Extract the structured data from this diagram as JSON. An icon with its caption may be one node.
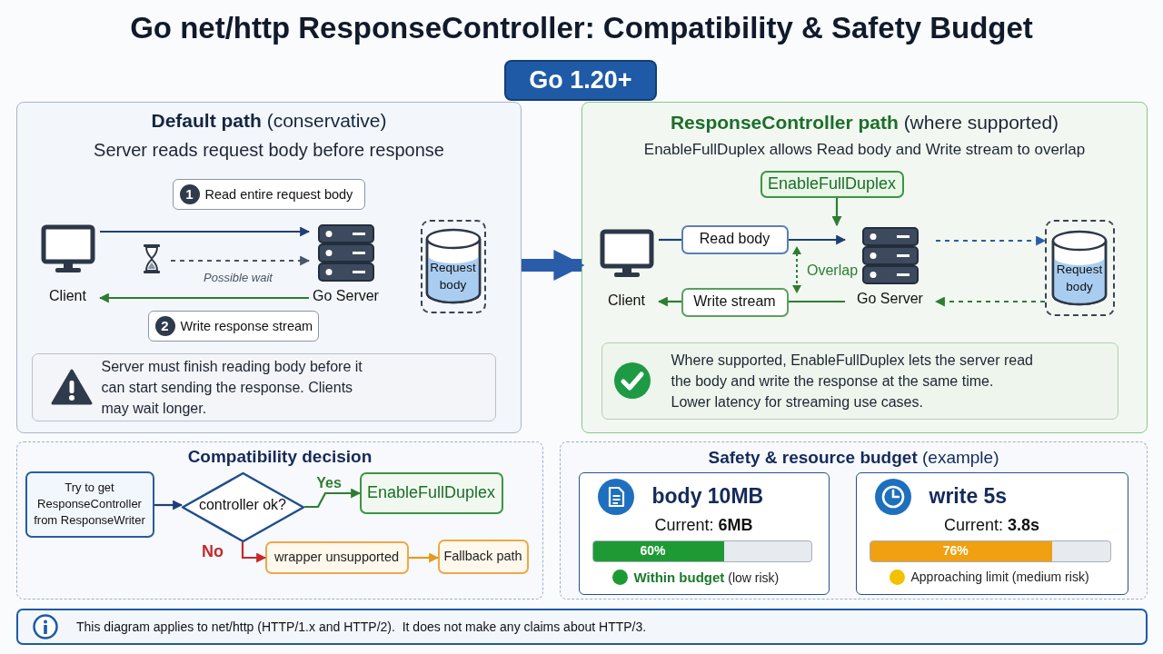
{
  "diagram": {
    "title": "Go net/http ResponseController: Compatibility & Safety Budget",
    "nodes": [
      {
        "text": [
          "Go 1.20+"
        ]
      },
      {
        "text": [
          "**Default path** (conservative)",
          "Server reads request body before response"
        ]
      },
      {
        "text": [
          "1",
          "Read entire request body"
        ],
        "in": 1
      },
      {
        "text": [
          "Client"
        ],
        "in": 1
      },
      {
        "text": [
          "Go Server"
        ],
        "in": 1
      },
      {
        "text": [
          "Request body"
        ],
        "in": 1
      },
      {
        "text": [
          "2",
          "Write response stream"
        ],
        "in": 1
      },
      {
        "text": [
          "Server must finish reading body before it can start sending the response. Clients may wait longer."
        ],
        "in": 1
      },
      {
        "text": [
          "**ResponseController path** (where supported)",
          "EnableFullDuplex allows Read body and Write stream to overlap"
        ]
      },
      {
        "text": [
          "EnableFullDuplex"
        ],
        "in": 8
      },
      {
        "text": [
          "Client"
        ],
        "in": 8
      },
      {
        "text": [
          "Read body"
        ],
        "in": 8
      },
      {
        "text": [
          "Go Server"
        ],
        "in": 8
      },
      {
        "text": [
          "Request body"
        ],
        "in": 8
      },
      {
        "text": [
          "Write stream"
        ],
        "in": 8
      },
      {
        "text": [
          "Where supported, EnableFullDuplex lets the server read the body and write the response at the same time. Lower latency for streaming use cases."
        ],
        "in": 8
      },
      {
        "text": [
          "Compatibility decision"
        ]
      },
      {
        "text": [
          "Try to get ResponseController from ResponseWriter"
        ],
        "in": 16
      },
      {
        "text": [
          "controller ok?"
        ],
        "in": 16
      },
      {
        "text": [
          "EnableFullDuplex"
        ],
        "in": 16
      },
      {
        "text": [
          "wrapper unsupported"
        ],
        "in": 16
      },
      {
        "text": [
          "Fallback path"
        ],
        "in": 16
      },
      {
        "text": [
          "**Safety & resource budget** (example)"
        ]
      },
      {
        "text": [
          "body 10MB",
          "Current: **6MB**",
          "60%",
          "**Within budget** (low risk)"
        ],
        "in": 22
      },
      {
        "text": [
          "write 5s",
          "Current: **3.8s**",
          "76%",
          "Approaching limit (medium risk)"
        ],
        "in": 22
      },
      {
        "text": [
          "This diagram applies to net/http (HTTP/1.x and HTTP/2).  It does not make any claims about HTTP/3."
        ]
      }
    ],
    "edges": [
      {
        "from": 3,
        "to": 4,
        "arrow": "to"
      },
      {
        "from": null,
        "to": 4,
        "arrow": "to",
        "label": "Possible wait",
        "style": "dashed",
        "color": "#4a5568"
      },
      {
        "from": 4,
        "to": 3,
        "arrow": "to",
        "color": "#2e7d32"
      },
      {
        "from": 1,
        "to": 8,
        "arrow": "to",
        "style": "thick",
        "color": "#2a5caa"
      },
      {
        "from": 10,
        "to": 11,
        "arrow": "none"
      },
      {
        "from": 11,
        "to": 12,
        "arrow": "to"
      },
      {
        "from": 9,
        "to": 12,
        "arrow": "to",
        "color": "#2e7d32"
      },
      {
        "from": 12,
        "to": 14,
        "arrow": "none",
        "color": "#2e7d32"
      },
      {
        "from": 14,
        "to": 10,
        "arrow": "to",
        "color": "#2e7d32"
      },
      {
        "from": 12,
        "to": 13,
        "arrow": "to",
        "style": "dashed",
        "color": "#2a5caa"
      },
      {
        "from": 13,
        "to": 12,
        "arrow": "to",
        "style": "dashed",
        "color": "#2e7d32"
      },
      {
        "from": 17,
        "to": 18,
        "arrow": "to"
      },
      {
        "from": 18,
        "to": 19,
        "arrow": "to",
        "label": "Yes",
        "color": "#2e7d32"
      },
      {
        "from": 18,
        "to": 20,
        "arrow": "to",
        "label": "No",
        "color": "#c62828"
      },
      {
        "from": 20,
        "to": 21,
        "arrow": "to",
        "color": "#e39b1d"
      }
    ],
    "labels": [
      "Overlap"
    ]
  }
}
